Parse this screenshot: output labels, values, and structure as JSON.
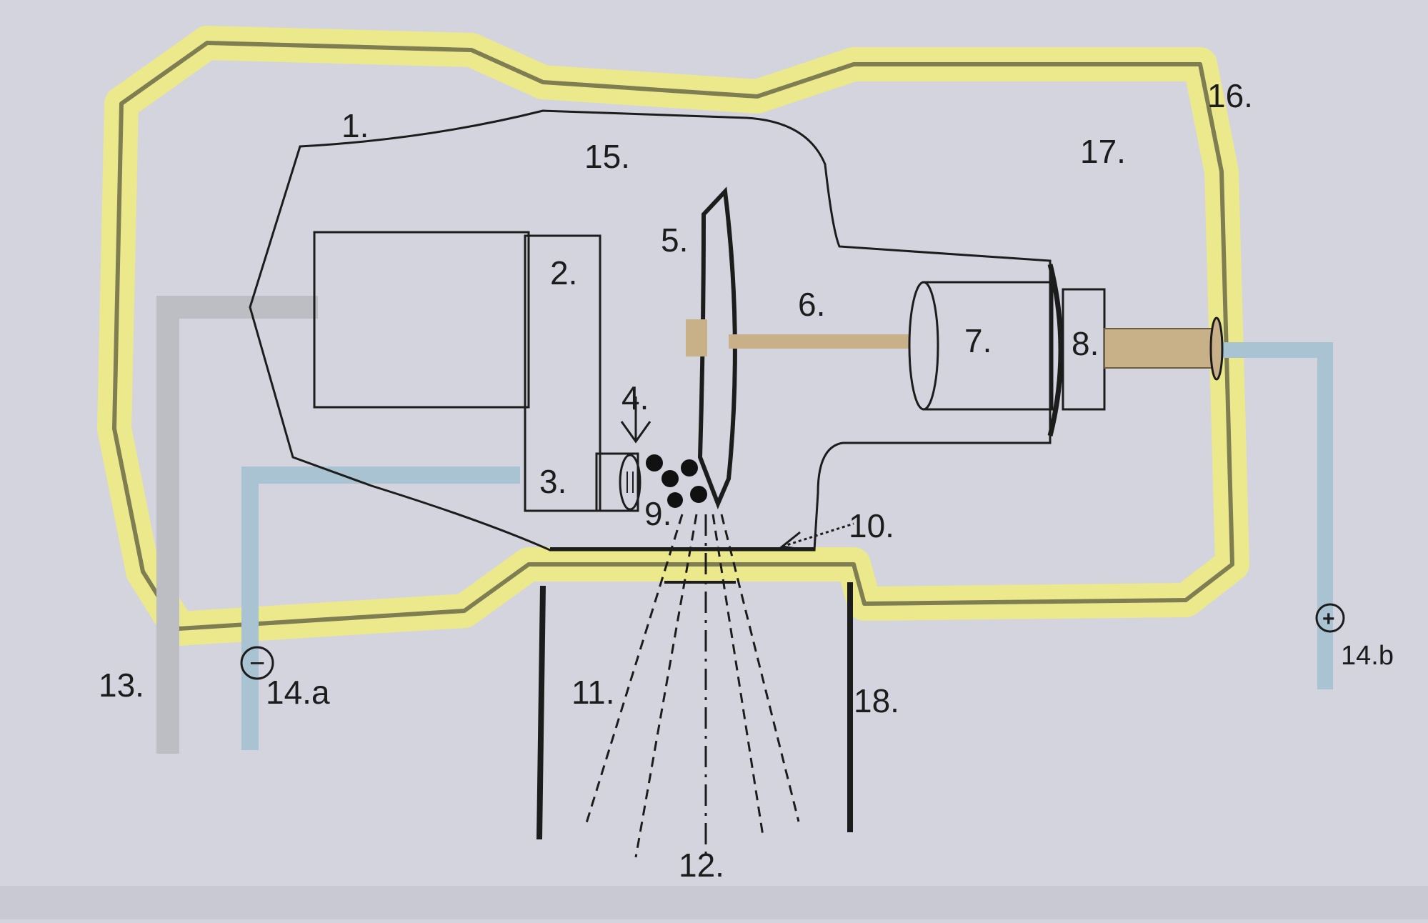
{
  "labels": {
    "l1": "1.",
    "l2": "2.",
    "l3": "3.",
    "l4": "4.",
    "l5": "5.",
    "l6": "6.",
    "l7": "7.",
    "l8": "8.",
    "l9": "9.",
    "l10": "10.",
    "l11": "11.",
    "l12": "12.",
    "l13": "13.",
    "l14a": "14.a",
    "l14b": "14.b",
    "l15": "15.",
    "l16": "16.",
    "l17": "17.",
    "l18": "18."
  },
  "symbols": {
    "minus": "−",
    "plus": "+"
  },
  "colors": {
    "background": "#d4d4de",
    "highlight": "#ecea86",
    "highlight_edge": "#7f7d52",
    "gray_wire": "#bdbdc4",
    "blue_wire": "#a9c3d3",
    "tan_rod": "#c8b189",
    "ink": "#1c1c1c"
  }
}
